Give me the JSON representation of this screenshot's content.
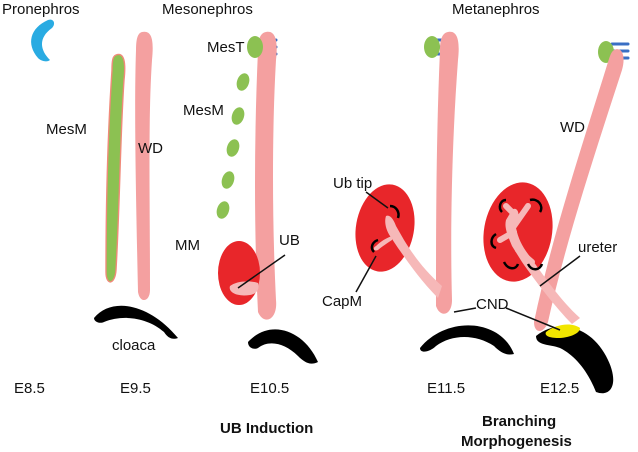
{
  "headers": {
    "pronephros": "Pronephros",
    "mesonephros": "Mesonephros",
    "metanephros": "Metanephros"
  },
  "labels": {
    "mesm_e95": "MesM",
    "wd_e95": "WD",
    "mest": "MesT",
    "mesm_e105": "MesM",
    "mm": "MM",
    "ub": "UB",
    "cloaca": "cloaca",
    "ub_tip": "Ub tip",
    "capm": "CapM",
    "cnd": "CND",
    "wd_e125": "WD",
    "ureter": "ureter"
  },
  "stages": [
    "E8.5",
    "E9.5",
    "E10.5",
    "E11.5",
    "E12.5"
  ],
  "processes": {
    "ub_induction": "UB Induction",
    "branching_line1": "Branching",
    "branching_line2": "Morphogenesis"
  },
  "colors": {
    "duct_pink": "#f4a0a0",
    "ub_pink": "#f6b8b8",
    "mesenchyme_green": "#8cc152",
    "mm_red": "#e8262a",
    "tubule_blue": "#3a6fc4",
    "pronephros_blue": "#29abe2",
    "cnd_yellow": "#f2e600",
    "cloaca_black": "#000000"
  }
}
